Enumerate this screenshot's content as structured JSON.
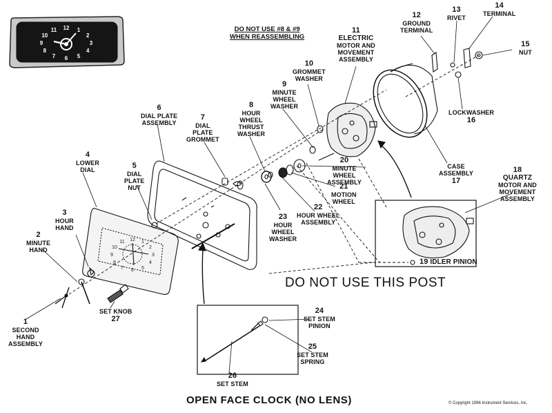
{
  "title": "OPEN FACE CLOCK (NO LENS)",
  "copyright": "© Copyright 1996 Instrument Services, Inc.",
  "notes": {
    "reassembly_line1": "DO NOT USE #8 & #9",
    "reassembly_line2": "WHEN REASSEMBLING",
    "post": "DO NOT USE THIS POST"
  },
  "clock_numbers": [
    "12",
    "1",
    "2",
    "3",
    "4",
    "5",
    "6",
    "7",
    "8",
    "9",
    "10",
    "11"
  ],
  "parts": {
    "p1": {
      "num": "1",
      "lines": [
        "SECOND",
        "HAND",
        "ASSEMBLY"
      ]
    },
    "p2": {
      "num": "2",
      "lines": [
        "MINUTE",
        "HAND"
      ]
    },
    "p3": {
      "num": "3",
      "lines": [
        "HOUR",
        "HAND"
      ]
    },
    "p4": {
      "num": "4",
      "lines": [
        "LOWER",
        "DIAL"
      ]
    },
    "p5": {
      "num": "5",
      "lines": [
        "DIAL",
        "PLATE",
        "NUT"
      ]
    },
    "p6": {
      "num": "6",
      "lines": [
        "DIAL PLATE",
        "ASSEMBLY"
      ]
    },
    "p7": {
      "num": "7",
      "lines": [
        "DIAL",
        "PLATE",
        "GROMMET"
      ]
    },
    "p8": {
      "num": "8",
      "lines": [
        "HOUR",
        "WHEEL",
        "THRUST",
        "WASHER"
      ]
    },
    "p9": {
      "num": "9",
      "lines": [
        "MINUTE",
        "WHEEL",
        "WASHER"
      ]
    },
    "p10": {
      "num": "10",
      "lines": [
        "GROMMET",
        "WASHER"
      ]
    },
    "p11": {
      "num": "11",
      "lines": [
        "ELECTRIC",
        "MOTOR AND",
        "MOVEMENT",
        "ASSEMBLY"
      ]
    },
    "p12": {
      "num": "12",
      "lines": [
        "GROUND",
        "TERMINAL"
      ]
    },
    "p13": {
      "num": "13",
      "lines": [
        "RIVET"
      ]
    },
    "p14": {
      "num": "14",
      "lines": [
        "TERMINAL"
      ]
    },
    "p15": {
      "num": "15",
      "lines": [
        "NUT"
      ]
    },
    "p16": {
      "num": "16",
      "lines": [
        "LOCKWASHER"
      ]
    },
    "p17": {
      "num": "17",
      "lines": [
        "CASE",
        "ASSEMBLY"
      ]
    },
    "p18": {
      "num": "18",
      "lines": [
        "QUARTZ",
        "MOTOR AND",
        "MOVEMENT",
        "ASSEMBLY"
      ]
    },
    "p19": {
      "num": "19",
      "lines": [
        "IDLER PINION"
      ]
    },
    "p20": {
      "num": "20",
      "lines": [
        "MINUTE",
        "WHEEL",
        "ASSEMBLY"
      ]
    },
    "p21": {
      "num": "21",
      "lines": [
        "MOTION",
        "WHEEL"
      ]
    },
    "p22": {
      "num": "22",
      "lines": [
        "HOUR WHEEL",
        "ASSEMBLY"
      ]
    },
    "p23": {
      "num": "23",
      "lines": [
        "HOUR",
        "WHEEL",
        "WASHER"
      ]
    },
    "p24": {
      "num": "24",
      "lines": [
        "SET STEM",
        "PINION"
      ]
    },
    "p25": {
      "num": "25",
      "lines": [
        "SET STEM",
        "SPRING"
      ]
    },
    "p26": {
      "num": "26",
      "lines": [
        "SET STEM"
      ]
    },
    "p27": {
      "num": "27",
      "lines": [
        "SET KNOB"
      ]
    }
  }
}
